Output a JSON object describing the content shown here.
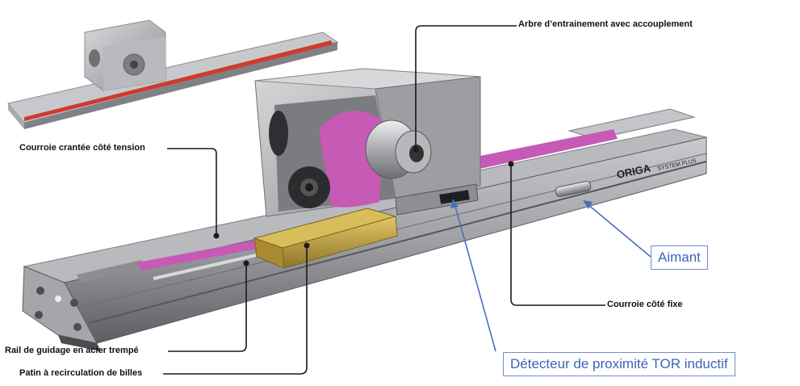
{
  "labels": {
    "drive_shaft": "Arbre d’entrainement avec accouplement",
    "belt_tension": "Courroie crantée côté tension",
    "guide_rail": "Rail de guidage en acier trempé",
    "ball_pad": "Patin à recirculation de billes",
    "belt_fixed": "Courroie côté fixe"
  },
  "callouts": {
    "magnet": "Aimant",
    "sensor": "Détecteur de proximité TOR inductif"
  },
  "product": {
    "brand": "ORIGA",
    "model": "SYSTEM PLUS"
  },
  "colors": {
    "belt": "#c65ab5",
    "carriage": "#b99a3a",
    "rail_body": "#9a9ca2",
    "callout_line": "#4a6fbf"
  }
}
